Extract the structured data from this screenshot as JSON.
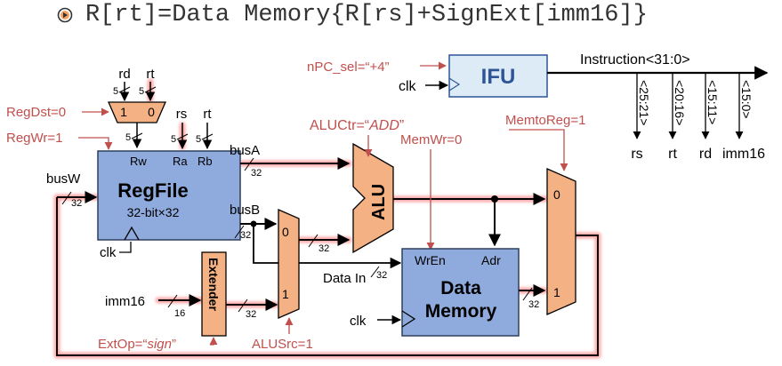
{
  "title": "R[rt]=Data Memory{R[rs]+SignExt[imm16]}",
  "colors": {
    "block_blue": "#8FAADC",
    "mux_orange": "#F4B183",
    "ifu_fill": "#DDEBF7",
    "control_red": "#C0504D",
    "highlight": "#FF9999"
  },
  "controls": {
    "nPC_sel": "nPC_sel=“+4”",
    "RegDst": "RegDst=0",
    "RegWr": "RegWr=1",
    "ALUCtr_prefix": "ALUCtr=“",
    "ALUCtr_value": "ADD",
    "ALUCtr_suffix": "”",
    "MemWr": "MemWr=0",
    "MemtoReg": "MemtoReg=1",
    "ExtOp_prefix": "ExtOp=“",
    "ExtOp_value": "sign",
    "ExtOp_suffix": "”",
    "ALUSrc": "ALUSrc=1"
  },
  "ifu": {
    "label": "IFU",
    "clk": "clk"
  },
  "instruction": {
    "label": "Instruction<31:0>",
    "fields": [
      {
        "bits": "<25:21>",
        "name": "rs"
      },
      {
        "bits": "<20:16>",
        "name": "rt"
      },
      {
        "bits": "<15:11>",
        "name": "rd"
      },
      {
        "bits": "<15:0>",
        "name": "imm16"
      }
    ]
  },
  "regdst_mux": {
    "in1": "rd",
    "in0": "rt",
    "sel1": "1",
    "sel0": "0",
    "width_in1": "5",
    "width_in0": "5",
    "width_out": "5"
  },
  "regfile": {
    "title": "RegFile",
    "subtitle": "32-bit×32",
    "port_rw": "Rw",
    "port_ra": "Ra",
    "port_rb": "Rb",
    "rs": "rs",
    "rt": "rt",
    "width_ra": "5",
    "width_rb": "5",
    "clk": "clk",
    "busW": "busW",
    "busW_width": "32",
    "busA": "busA",
    "busA_width": "32",
    "busB": "busB",
    "busB_width": "32"
  },
  "alusrc_mux": {
    "in0": "0",
    "in1": "1",
    "out_width": "32"
  },
  "alu": {
    "label": "ALU"
  },
  "extender": {
    "label": "Extender",
    "input": "imm16",
    "in_width": "16",
    "out_width": "32"
  },
  "data_memory": {
    "title_line1": "Data",
    "title_line2": "Memory",
    "wren": "WrEn",
    "adr": "Adr",
    "data_in": "Data In",
    "data_in_width": "32",
    "clk": "clk",
    "out_width": "32"
  },
  "memtoreg_mux": {
    "in0": "0",
    "in1": "1"
  }
}
